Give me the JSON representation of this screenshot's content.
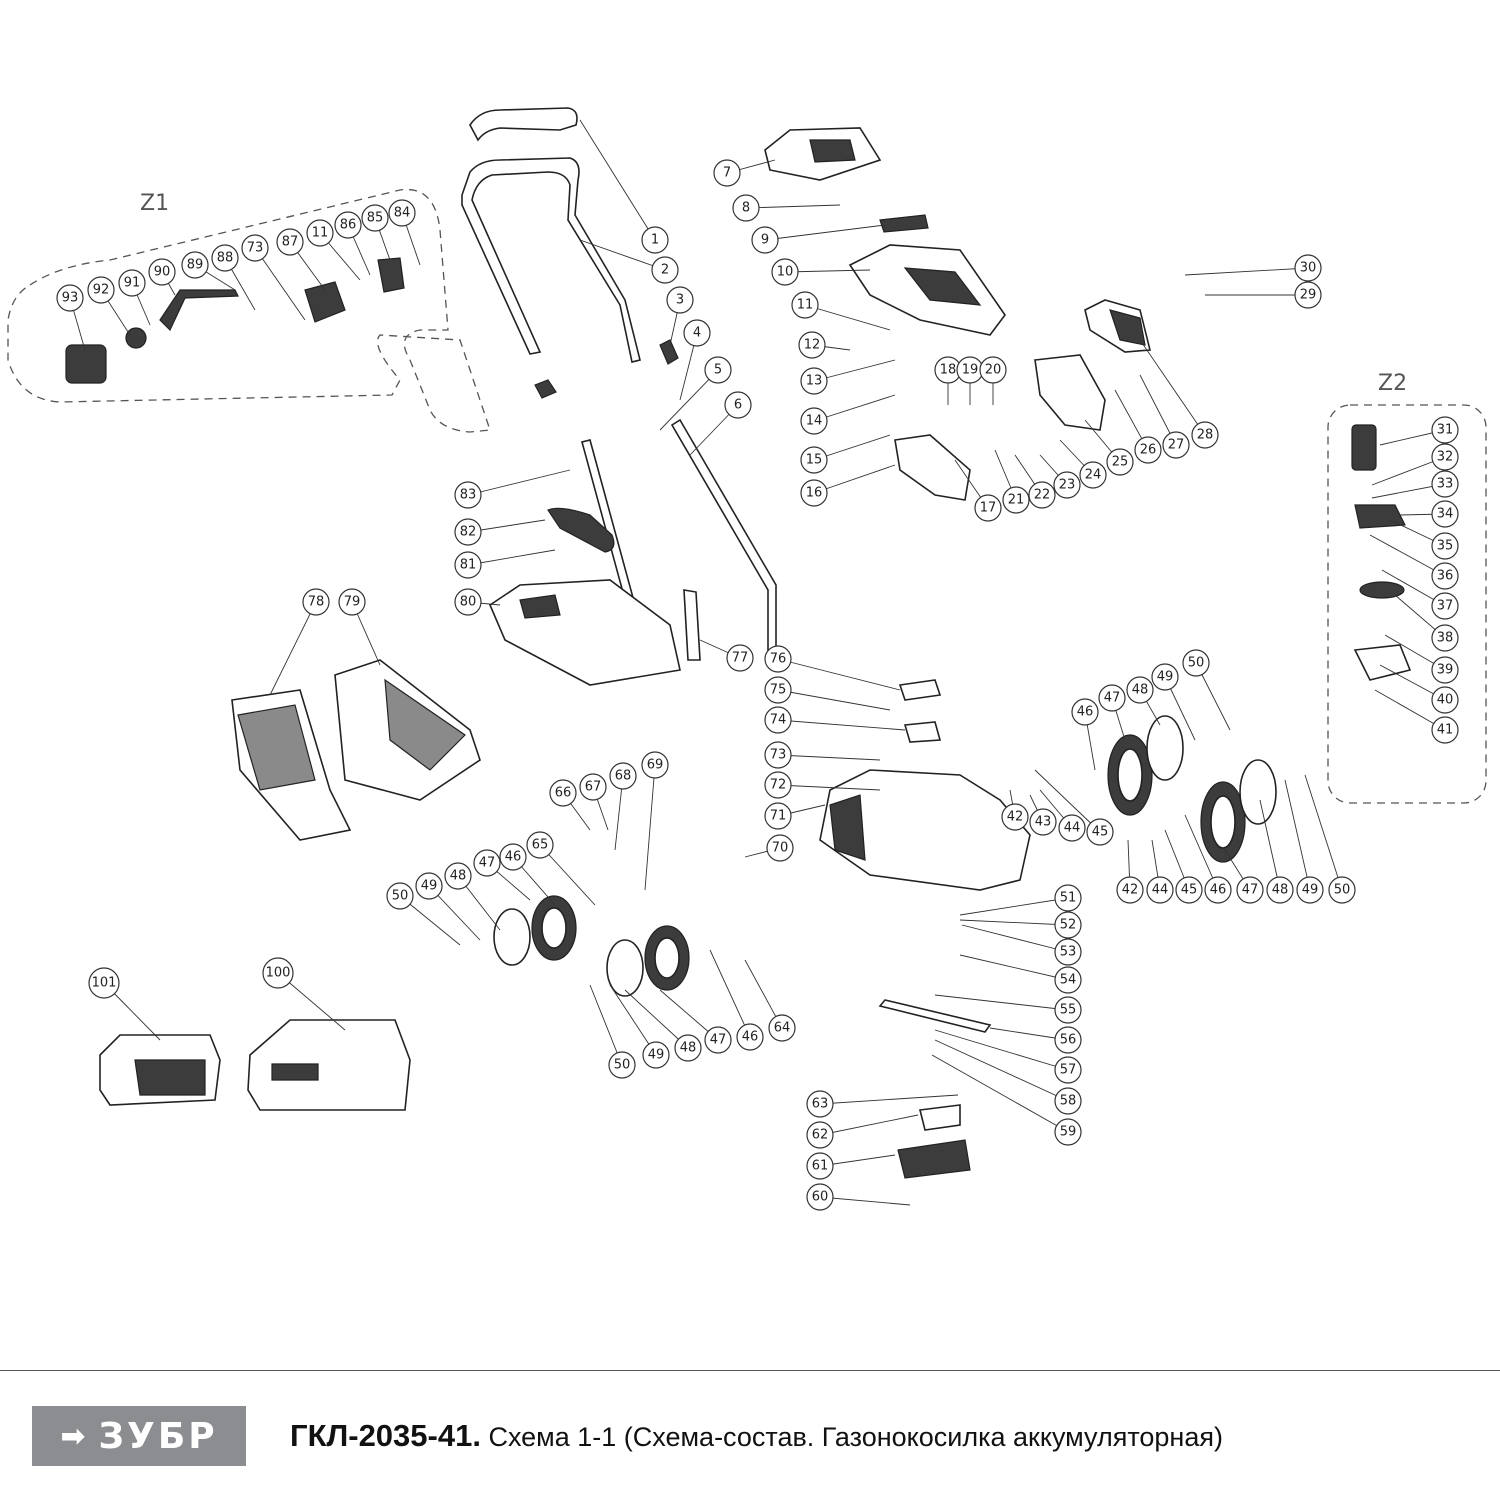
{
  "footer": {
    "brand": "ЗУБР",
    "model": "ГКЛ-2035-41.",
    "description": "Схема 1-1 (Схема-состав. Газонокосилка аккумуляторная)"
  },
  "zones": [
    "Z1",
    "Z2"
  ],
  "callouts": [
    "1",
    "2",
    "3",
    "4",
    "5",
    "6",
    "7",
    "8",
    "9",
    "10",
    "11",
    "12",
    "13",
    "14",
    "15",
    "16",
    "17",
    "18",
    "19",
    "20",
    "21",
    "22",
    "23",
    "24",
    "25",
    "26",
    "27",
    "28",
    "29",
    "30",
    "31",
    "32",
    "33",
    "34",
    "35",
    "36",
    "37",
    "38",
    "39",
    "40",
    "41",
    "42",
    "43",
    "44",
    "45",
    "46",
    "47",
    "48",
    "49",
    "50",
    "51",
    "52",
    "53",
    "54",
    "55",
    "56",
    "57",
    "58",
    "59",
    "60",
    "61",
    "62",
    "63",
    "64",
    "65",
    "66",
    "67",
    "68",
    "69",
    "70",
    "71",
    "72",
    "73",
    "74",
    "75",
    "76",
    "77",
    "78",
    "79",
    "80",
    "81",
    "82",
    "83",
    "84",
    "85",
    "86",
    "87",
    "88",
    "89",
    "90",
    "91",
    "92",
    "93",
    "100",
    "101"
  ],
  "colors": {
    "brand_grey": "#8b8d91",
    "line": "#333333"
  }
}
